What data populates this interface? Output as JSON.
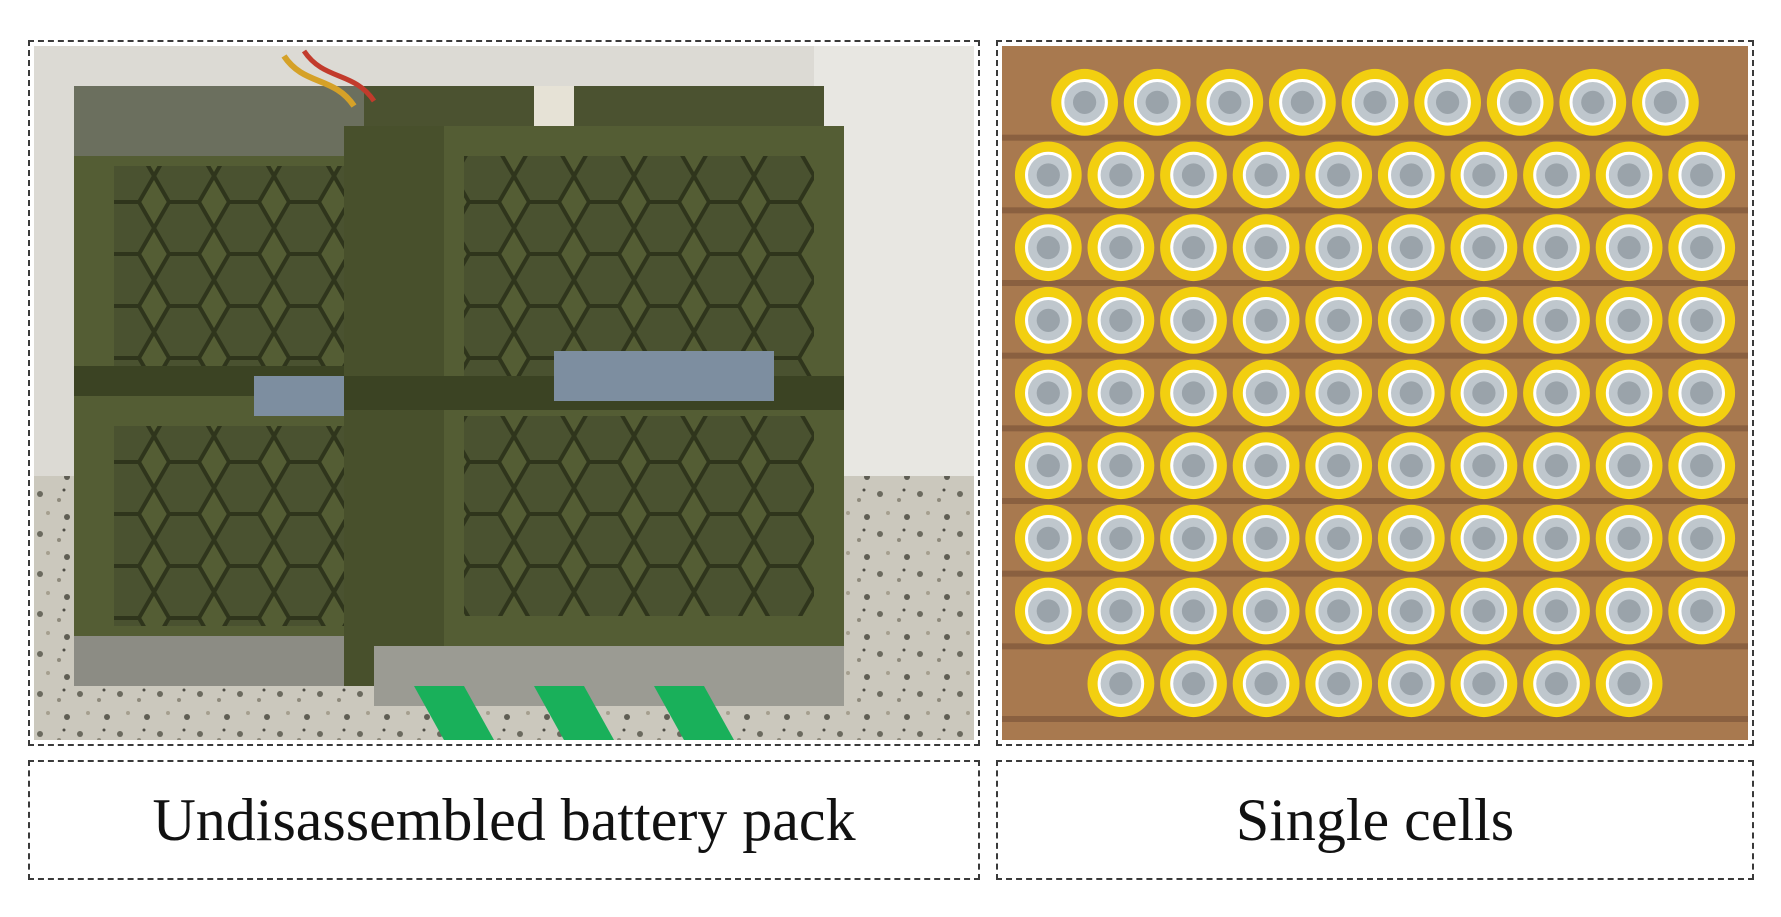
{
  "panels": [
    {
      "caption": "Undisassembled battery pack",
      "photo": "battery-pack-photo"
    },
    {
      "caption": "Single cells",
      "photo": "single-cells-photo"
    }
  ],
  "cells": {
    "rows": [
      9,
      10,
      10,
      10,
      10,
      10,
      10,
      10,
      8
    ],
    "colors": {
      "wrap": "#f2cf10",
      "cap": "#bfc7cd",
      "box": "#a8794f",
      "divider": "#8a6040"
    }
  },
  "pack": {
    "colors": {
      "case": "#545d34",
      "case_dark": "#3b4323",
      "wall": "#d9d7d0",
      "floor": "#c9c6bc",
      "label": "#7d8ea0",
      "stripe": "#19b05a"
    }
  }
}
